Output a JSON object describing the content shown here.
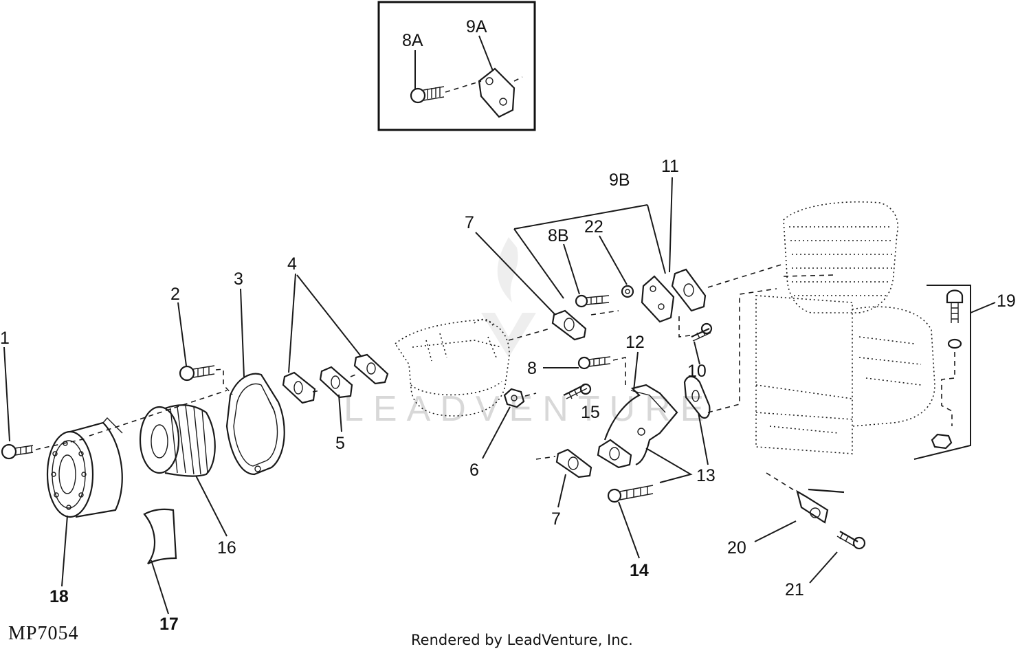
{
  "labels": {
    "l8a": "8A",
    "l9a": "9A",
    "l1": "1",
    "l2": "2",
    "l3": "3",
    "l4": "4",
    "l5": "5",
    "l6": "6",
    "l7a": "7",
    "l7b": "7",
    "l8": "8",
    "l8b": "8B",
    "l22": "22",
    "l9b": "9B",
    "l11": "11",
    "l10": "10",
    "l12": "12",
    "l15": "15",
    "l13": "13",
    "l14": "14",
    "l16": "16",
    "l17": "17",
    "l18": "18",
    "l19": "19",
    "l20": "20",
    "l21": "21"
  },
  "watermark": "LEADVENTURE",
  "figure_id": "MP7054",
  "credit": "Rendered by LeadVenture, Inc."
}
